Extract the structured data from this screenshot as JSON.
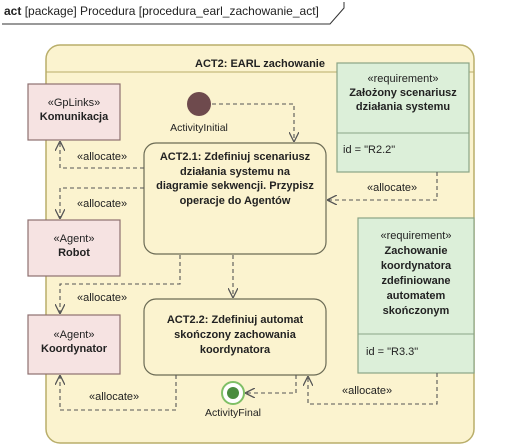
{
  "frame": {
    "keyword": "act",
    "text": "[package] Procedura [procedura_earl_zachowanie_act]"
  },
  "activity": {
    "title": "ACT2: EARL zachowanie",
    "initial_label": "ActivityInitial",
    "final_label": "ActivityFinal"
  },
  "actions": [
    {
      "lines": [
        "ACT2.1: Zdefiniuj scenariusz",
        "działania systemu na",
        "diagramie sekwencji. Przypisz",
        "operacje do Agentów"
      ]
    },
    {
      "lines": [
        "ACT2.2: Zdefiniuj automat",
        "skończony zachowania",
        "koordynatora"
      ]
    }
  ],
  "blocks": [
    {
      "stereotype": "«GpLinks»",
      "name": "Komunikacja"
    },
    {
      "stereotype": "«Agent»",
      "name": "Robot"
    },
    {
      "stereotype": "«Agent»",
      "name": "Koordynator"
    }
  ],
  "requirements": [
    {
      "stereotype": "«requirement»",
      "name_lines": [
        "Założony scenariusz",
        "działania systemu"
      ],
      "id": "id = \"R2.2\""
    },
    {
      "stereotype": "«requirement»",
      "name_lines": [
        "Zachowanie",
        "koordynatora",
        "zdefiniowane",
        "automatem",
        "skończonym"
      ],
      "id": "id = \"R3.3\""
    }
  ],
  "allocate_label": "«allocate»",
  "colors": {
    "activity_fill": "#fbf3cf",
    "activity_border": "#b9ae6a",
    "block_fill": "#f6e3e2",
    "block_border": "#8e7070",
    "requirement_fill": "#dcefd9",
    "requirement_border": "#8aa486",
    "initial_node": "#6e4a4d",
    "final_node": "#4a8c3f",
    "final_ring": "#7fbf66"
  }
}
